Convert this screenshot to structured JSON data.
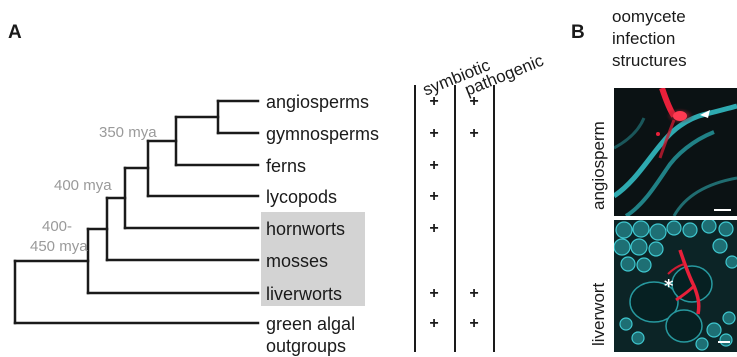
{
  "panel_a": {
    "label": "A",
    "taxa": [
      "angiosperms",
      "gymnosperms",
      "ferns",
      "lycopods",
      "hornworts",
      "mosses",
      "liverworts",
      "green algal",
      "outgroups"
    ],
    "ages": {
      "a350": "350 mya",
      "a400": "400 mya",
      "a400_450_line1": "400-",
      "a400_450_line2": "450 mya"
    },
    "columns": {
      "symbiotic": "symbiotic",
      "pathogenic": "pathogenic"
    },
    "marks": {
      "symbiotic": [
        "+",
        "+",
        "+",
        "+",
        "+",
        "",
        "+",
        "+"
      ],
      "pathogenic": [
        "+",
        "+",
        "",
        "",
        "",
        "",
        "+",
        "+"
      ]
    },
    "highlight_color": "#d3d3d3"
  },
  "panel_b": {
    "label": "B",
    "title_lines": [
      "oomycete",
      "infection",
      "structures"
    ],
    "image_labels": {
      "top": "angiosperm",
      "bottom": "liverwort"
    },
    "asterisk": "*",
    "colors": {
      "hyphae": "#e8203a",
      "cells": "#35c6cc",
      "background": "#0b1214"
    }
  }
}
